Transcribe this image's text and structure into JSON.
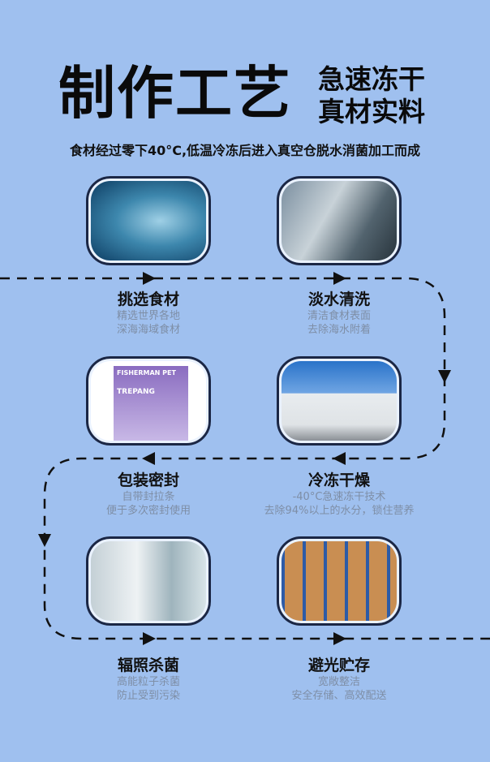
{
  "header": {
    "title": "制作工艺",
    "slogan_line1": "急速冻干",
    "slogan_line2": "真材实料",
    "intro": "食材经过零下40°C,低温冷冻后进入真空仓脱水消菌加工而成"
  },
  "steps": [
    {
      "title": "挑选食材",
      "line1": "精选世界各地",
      "line2": "深海海域食材",
      "photo": "fish-school"
    },
    {
      "title": "淡水清洗",
      "line1": "清洁食材表面",
      "line2": "去除海水附着",
      "photo": "washing"
    },
    {
      "title": "包装密封",
      "line1": "自带封拉条",
      "line2": "便于多次密封使用",
      "photo": "package",
      "package_brand": "FISHERMAN PET",
      "package_name": "TREPANG"
    },
    {
      "title": "冷冻干燥",
      "line1": "-40°C急速冻干技术",
      "line2": "去除94%以上的水分，锁住营养",
      "photo": "factory"
    },
    {
      "title": "辐照杀菌",
      "line1": "高能粒子杀菌",
      "line2": "防止受到污染",
      "photo": "lab"
    },
    {
      "title": "避光贮存",
      "line1": "宽敞整洁",
      "line2": "安全存储、高效配送",
      "photo": "warehouse"
    }
  ],
  "colors": {
    "background": "#9fc0ef",
    "frame": "#1b2745",
    "path": "#111111"
  }
}
